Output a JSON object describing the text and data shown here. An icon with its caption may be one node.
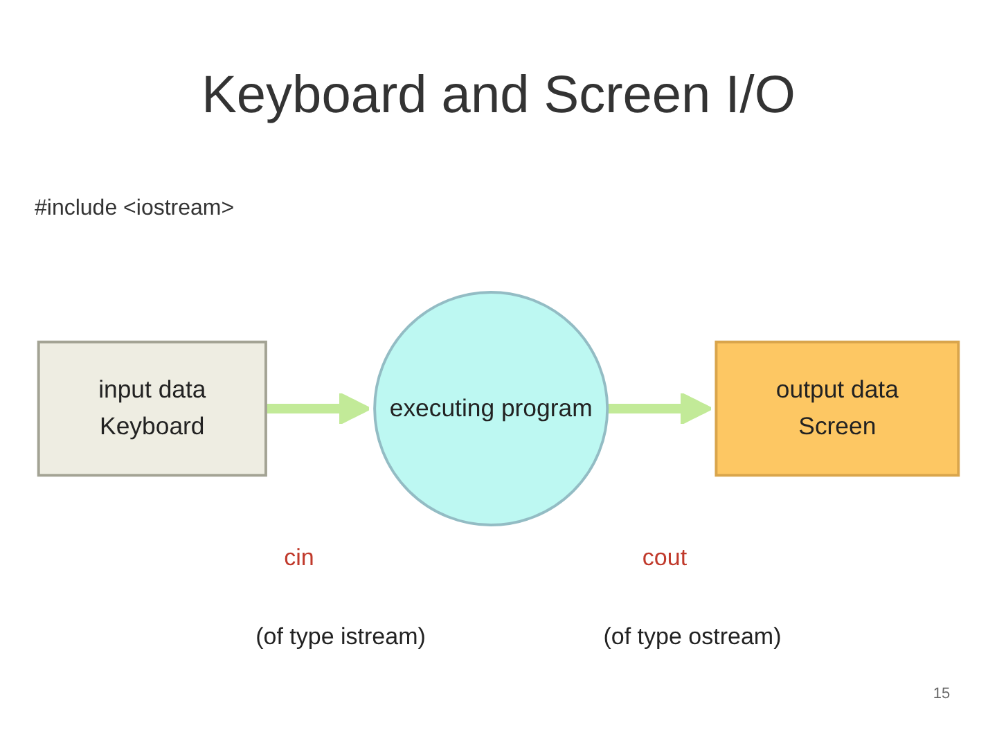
{
  "diagram": {
    "title": "Keyboard and Screen I/O",
    "nodes": [
      {
        "text": [
          "input data",
          "Keyboard"
        ]
      },
      {
        "text": [
          "executing program"
        ]
      },
      {
        "text": [
          "output data",
          "Screen"
        ]
      }
    ],
    "edges": [
      {
        "from": 0,
        "to": 1,
        "arrow": "to"
      },
      {
        "from": 1,
        "to": 2,
        "arrow": "to"
      }
    ],
    "labels": [
      "#include <iostream>",
      "cin",
      "cout",
      "(of type istream)",
      "(of type ostream)",
      "15"
    ]
  }
}
